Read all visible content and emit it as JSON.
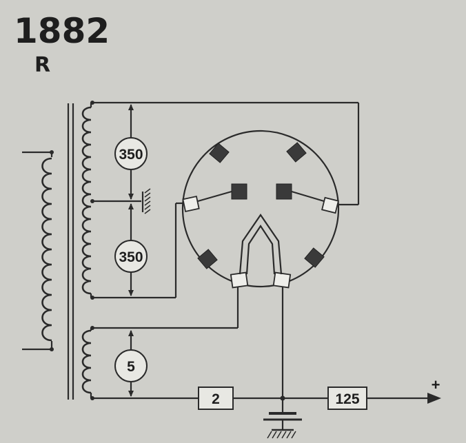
{
  "header": {
    "tube_number": "1882",
    "suffix": "R"
  },
  "diagram": {
    "ink_color": "#2a2a2a",
    "paper_color": "#cfcfca",
    "voltage_labels": [
      "350",
      "350",
      "5"
    ],
    "filter_labels": [
      "2",
      "125"
    ],
    "output_sign": "+",
    "icons": [
      "transformer-primary-icon",
      "transformer-secondary-icon",
      "rectifier-tube-icon",
      "ground-icon",
      "capacitor-icon",
      "arrow-icon"
    ]
  }
}
